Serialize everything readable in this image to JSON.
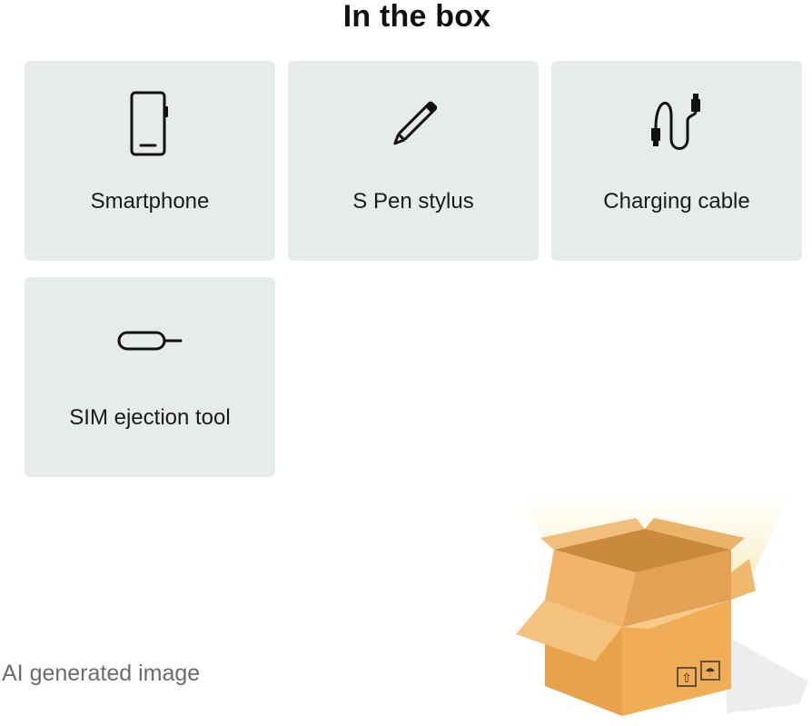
{
  "page": {
    "title": "In the box",
    "watermark": "AI generated image"
  },
  "items": [
    {
      "label": "Smartphone",
      "icon": "smartphone-icon"
    },
    {
      "label": "S Pen stylus",
      "icon": "pen-icon"
    },
    {
      "label": "Charging cable",
      "icon": "charging-cable-icon"
    },
    {
      "label": "SIM ejection tool",
      "icon": "sim-ejector-icon"
    }
  ],
  "colors": {
    "card_background": "#e8ebec",
    "text": "#111111",
    "watermark_text": "#6b6b6b",
    "box_front": "#e8a24a",
    "box_side": "#d98f38",
    "box_flap": "#f3c27d"
  }
}
